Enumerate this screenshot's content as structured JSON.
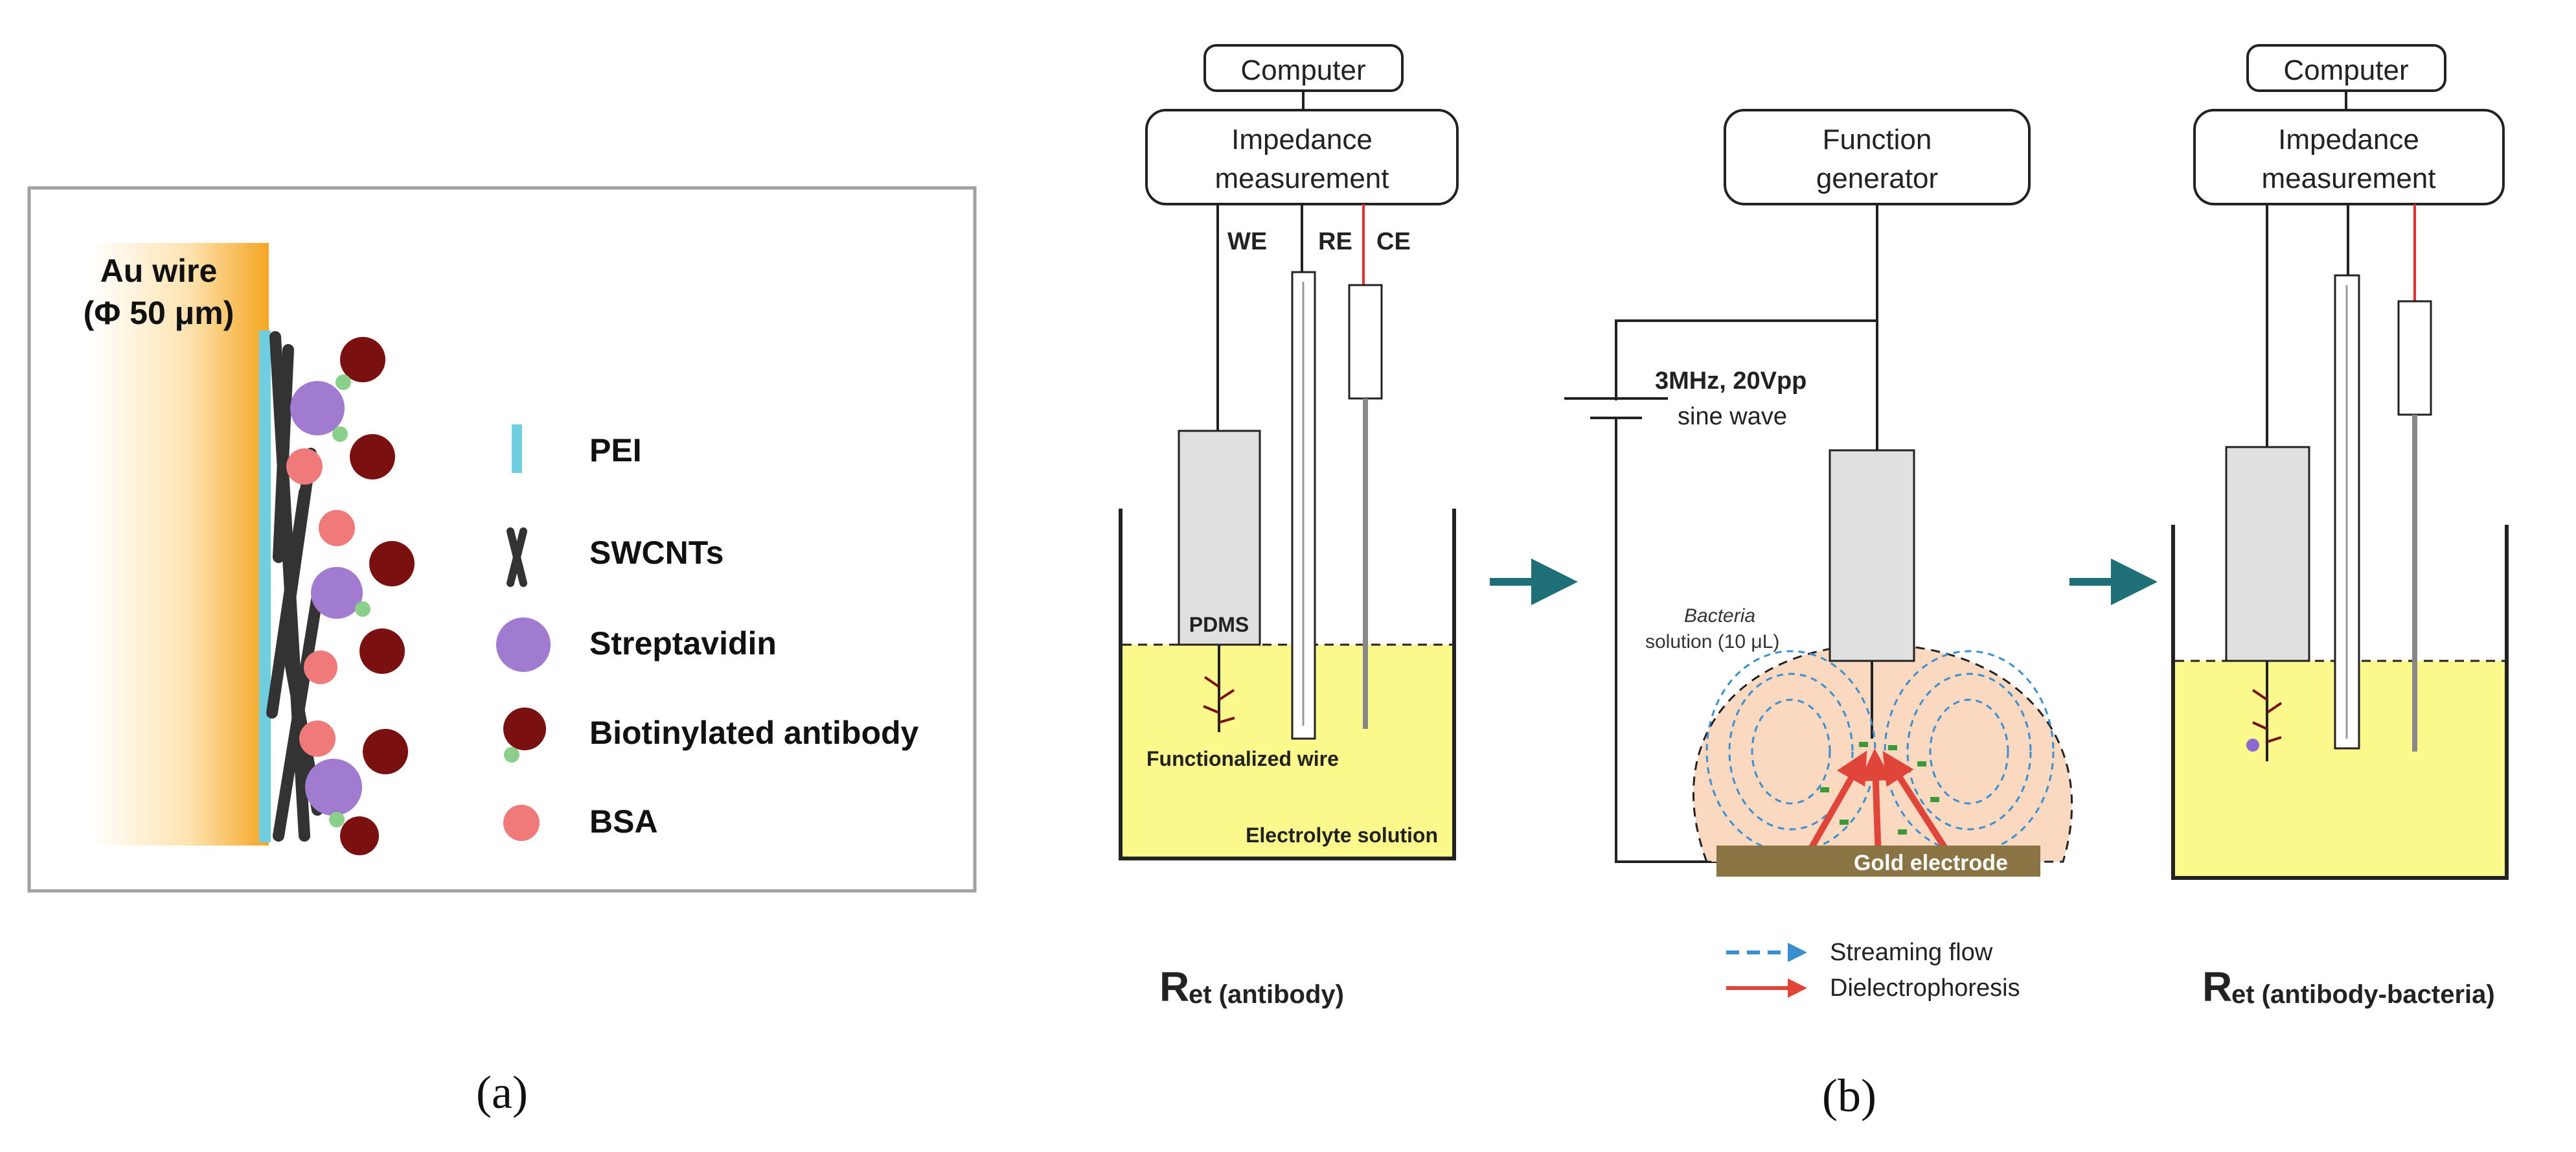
{
  "panel_a": {
    "au_wire_line1": "Au wire",
    "au_wire_line2": "(Φ 50 μm)",
    "legend": [
      {
        "label": "PEI",
        "icon": "pei-bar-icon"
      },
      {
        "label": "SWCNTs",
        "icon": "swcnt-cross-icon"
      },
      {
        "label": "Streptavidin",
        "icon": "streptavidin-icon"
      },
      {
        "label": "Biotinylated antibody",
        "icon": "antibody-icon"
      },
      {
        "label": "BSA",
        "icon": "bsa-icon"
      }
    ],
    "caption": "(a)"
  },
  "panel_b": {
    "step1": {
      "computer": "Computer",
      "impedance_line1": "Impedance",
      "impedance_line2": "measurement",
      "we": "WE",
      "re": "RE",
      "ce": "CE",
      "pdms": "PDMS",
      "functionalized_wire": "Functionalized wire",
      "electrolyte": "Electrolyte solution",
      "ret_main": "R",
      "ret_sub": "et (antibody)"
    },
    "step2": {
      "generator_line1": "Function",
      "generator_line2": "generator",
      "signal_line1": "3MHz, 20Vpp",
      "signal_line2": "sine wave",
      "bacteria_line1": "Bacteria",
      "bacteria_line2": "solution (10 μL)",
      "gold_electrode": "Gold electrode",
      "legend_streaming": "Streaming flow",
      "legend_dep": "Dielectrophoresis"
    },
    "step3": {
      "computer": "Computer",
      "impedance_line1": "Impedance",
      "impedance_line2": "measurement",
      "ret_main": "R",
      "ret_sub": "et (antibody-bacteria)"
    },
    "caption": "(b)"
  },
  "colors": {
    "gold_wire": "#f5a623",
    "pei": "#6fcfe0",
    "streptavidin": "#a17bd0",
    "antibody": "#7a1010",
    "bsa": "#f07a7a",
    "electrolyte": "#fbf98c",
    "bacteria_solution": "#fbd8c0",
    "gold_electrode": "#8a7444",
    "arrow_teal": "#1e6f78",
    "streaming_blue": "#3a8fd0",
    "dep_red": "#e0453a",
    "ce_red": "#e03030"
  }
}
